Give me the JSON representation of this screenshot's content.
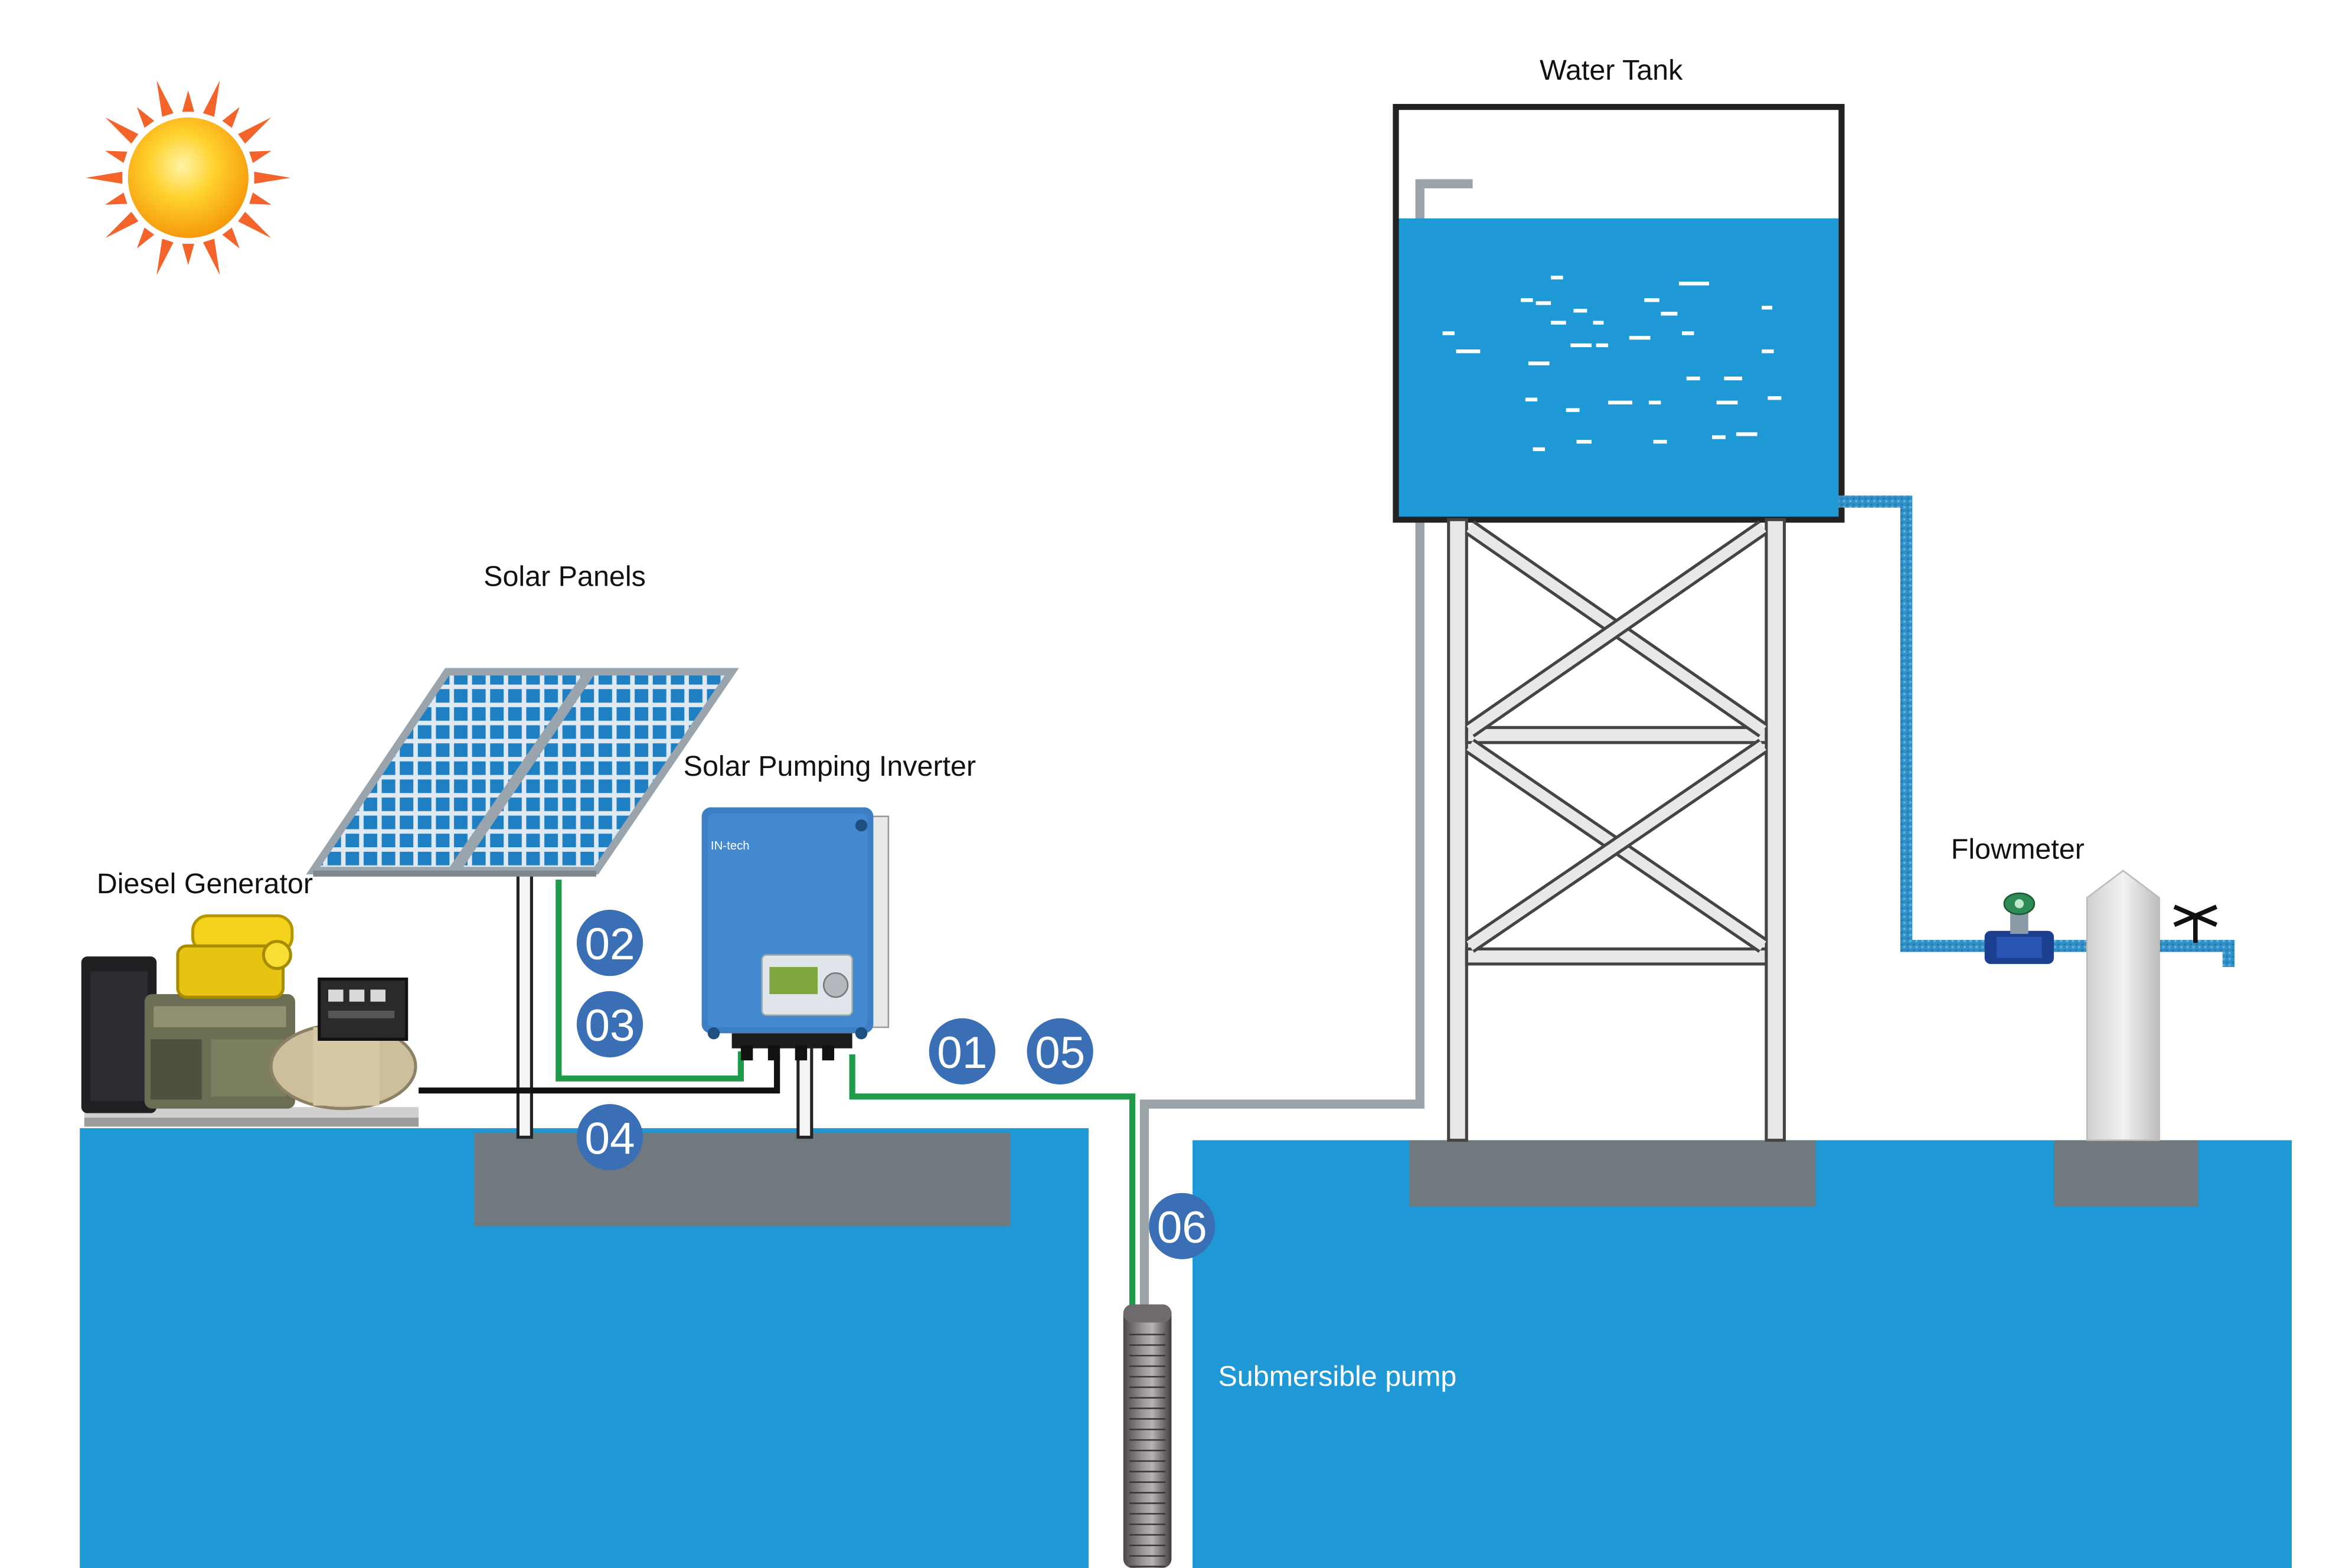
{
  "labels": {
    "water_tank": "Water Tank",
    "solar_panels": "Solar Panels",
    "solar_pumping_inverter": "Solar Pumping Inverter",
    "diesel_generator": "Diesel Generator",
    "flowmeter": "Flowmeter",
    "submersible_pump": "Submersible pump"
  },
  "inverter_brand": "IN-tech",
  "badges": {
    "b01": "01",
    "b02": "02",
    "b03": "03",
    "b04": "04",
    "b05": "05",
    "b06": "06"
  },
  "colors": {
    "ground_water": "#1f98d6",
    "concrete": "#6f797e",
    "badge": "#3a6fb5",
    "green_cable": "#1f9a49",
    "grey_pipe": "#9aa3a8",
    "outlet_pipe": "#2f8fc6",
    "inverter_body": "#3d7fc4",
    "sun_core": "#ffc21c",
    "sun_rays": "#f3632a",
    "tank_water": "#1f98d6"
  },
  "icons": [
    "sun-icon",
    "solar-panel-icon",
    "inverter-icon",
    "diesel-generator-icon",
    "flowmeter-icon",
    "tap-icon",
    "submersible-pump-icon"
  ]
}
